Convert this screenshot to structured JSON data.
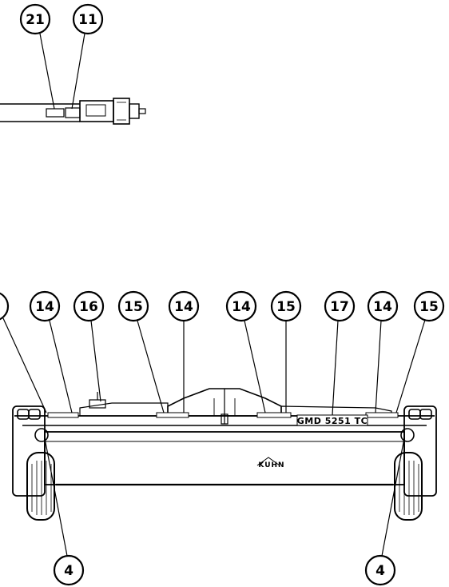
{
  "callouts": {
    "top": [
      "21",
      "11"
    ],
    "upper_row": [
      "14",
      "16",
      "15",
      "14",
      "14",
      "15",
      "17",
      "14",
      "15"
    ],
    "bottom": [
      "4",
      "4"
    ]
  },
  "machine": {
    "model_label": "GMD 5251 TC",
    "brand_logo": "KUHN"
  }
}
